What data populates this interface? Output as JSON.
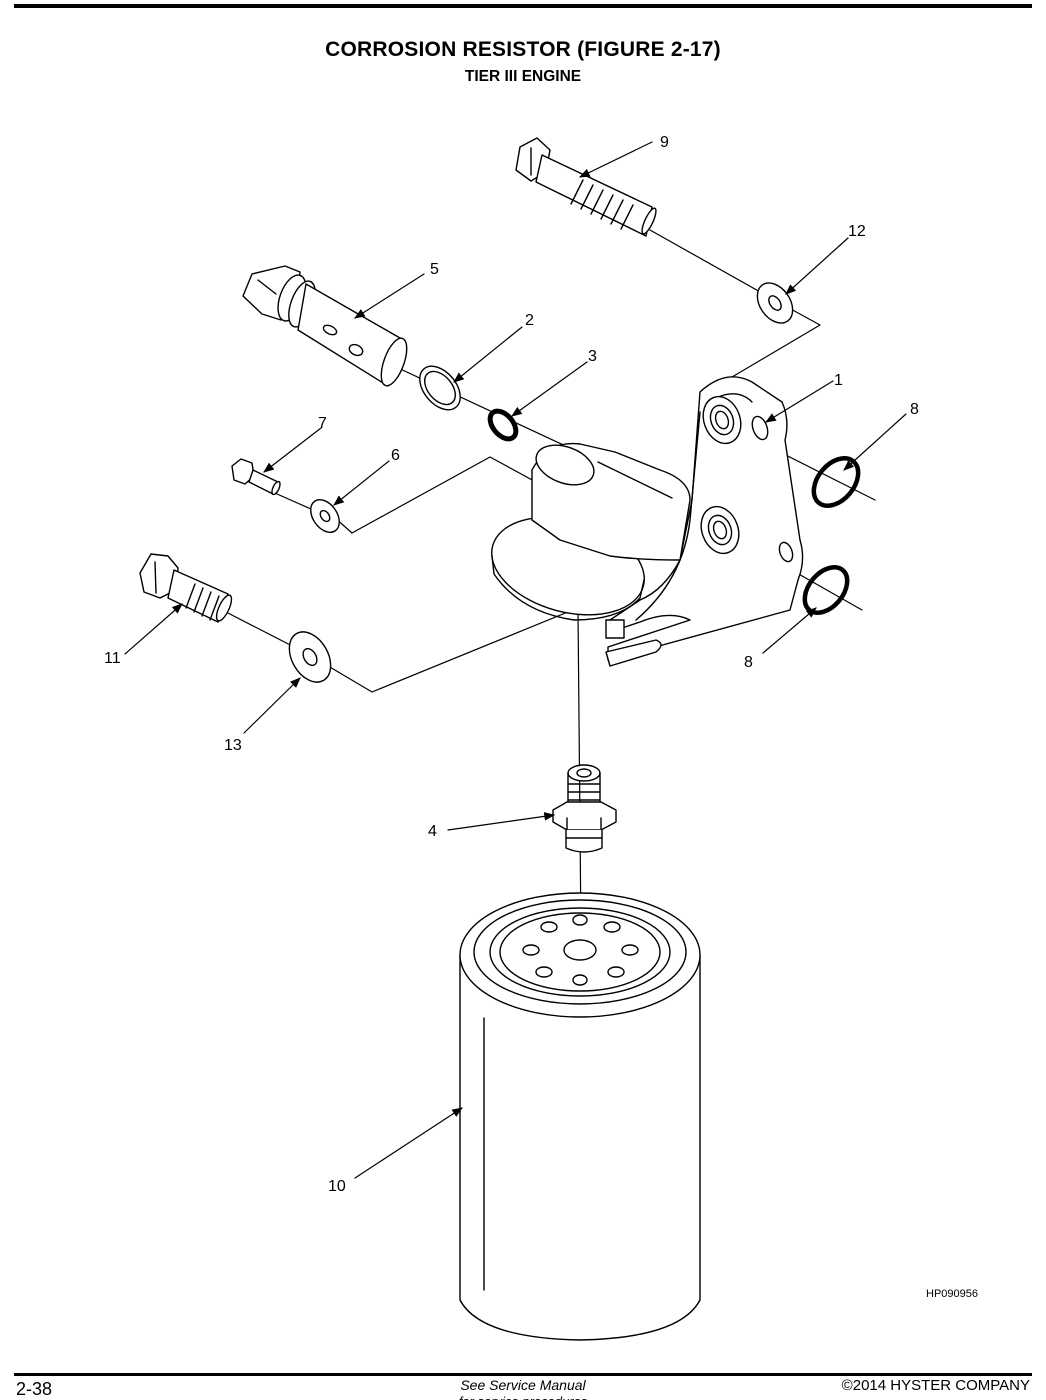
{
  "document": {
    "title": "CORROSION RESISTOR (FIGURE 2-17)",
    "subtitle": "TIER III ENGINE",
    "figure_id": "HP090956"
  },
  "callouts": {
    "c1": "1",
    "c2": "2",
    "c3": "3",
    "c4": "4",
    "c5": "5",
    "c6": "6",
    "c7": "7",
    "c8a": "8",
    "c8b": "8",
    "c9": "9",
    "c10": "10",
    "c11": "11",
    "c12": "12",
    "c13": "13"
  },
  "footer": {
    "page_number": "2-38",
    "center_text": "See Service Manual",
    "center_text_2": "for service procedures",
    "copyright": "©2014 HYSTER COMPANY"
  }
}
